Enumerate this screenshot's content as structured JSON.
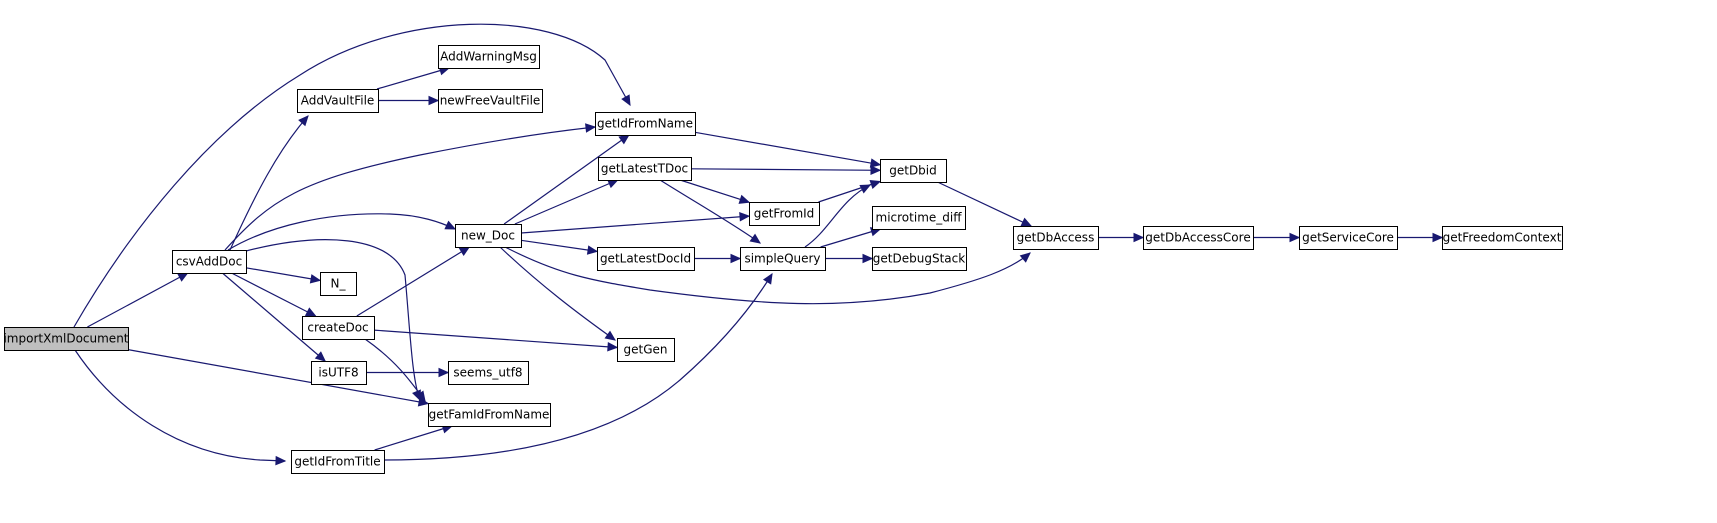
{
  "graph": {
    "nodes": [
      {
        "id": "importXmlDocument",
        "label": "importXmlDocument",
        "highlighted": true
      },
      {
        "id": "csvAddDoc",
        "label": "csvAddDoc"
      },
      {
        "id": "AddVaultFile",
        "label": "AddVaultFile"
      },
      {
        "id": "AddWarningMsg",
        "label": "AddWarningMsg"
      },
      {
        "id": "newFreeVaultFile",
        "label": "newFreeVaultFile"
      },
      {
        "id": "getIdFromName",
        "label": "getIdFromName"
      },
      {
        "id": "getLatestTDoc",
        "label": "getLatestTDoc"
      },
      {
        "id": "new_Doc",
        "label": "new_Doc"
      },
      {
        "id": "N_",
        "label": "N_"
      },
      {
        "id": "createDoc",
        "label": "createDoc"
      },
      {
        "id": "isUTF8",
        "label": "isUTF8"
      },
      {
        "id": "seems_utf8",
        "label": "seems_utf8"
      },
      {
        "id": "getFamIdFromName",
        "label": "getFamIdFromName"
      },
      {
        "id": "getIdFromTitle",
        "label": "getIdFromTitle"
      },
      {
        "id": "getLatestDocId",
        "label": "getLatestDocId"
      },
      {
        "id": "getGen",
        "label": "getGen"
      },
      {
        "id": "getFromId",
        "label": "getFromId"
      },
      {
        "id": "simpleQuery",
        "label": "simpleQuery"
      },
      {
        "id": "getDbid",
        "label": "getDbid"
      },
      {
        "id": "microtime_diff",
        "label": "microtime_diff"
      },
      {
        "id": "getDebugStack",
        "label": "getDebugStack"
      },
      {
        "id": "getDbAccess",
        "label": "getDbAccess"
      },
      {
        "id": "getDbAccessCore",
        "label": "getDbAccessCore"
      },
      {
        "id": "getServiceCore",
        "label": "getServiceCore"
      },
      {
        "id": "getFreedomContext",
        "label": "getFreedomContext"
      }
    ],
    "edges": [
      {
        "from": "importXmlDocument",
        "to": "getIdFromName"
      },
      {
        "from": "importXmlDocument",
        "to": "csvAddDoc"
      },
      {
        "from": "importXmlDocument",
        "to": "getFamIdFromName"
      },
      {
        "from": "importXmlDocument",
        "to": "getIdFromTitle"
      },
      {
        "from": "csvAddDoc",
        "to": "AddVaultFile"
      },
      {
        "from": "csvAddDoc",
        "to": "getIdFromName"
      },
      {
        "from": "csvAddDoc",
        "to": "new_Doc"
      },
      {
        "from": "csvAddDoc",
        "to": "getFamIdFromName"
      },
      {
        "from": "csvAddDoc",
        "to": "N_"
      },
      {
        "from": "csvAddDoc",
        "to": "createDoc"
      },
      {
        "from": "csvAddDoc",
        "to": "isUTF8"
      },
      {
        "from": "AddVaultFile",
        "to": "AddWarningMsg"
      },
      {
        "from": "AddVaultFile",
        "to": "newFreeVaultFile"
      },
      {
        "from": "createDoc",
        "to": "new_Doc"
      },
      {
        "from": "createDoc",
        "to": "getGen"
      },
      {
        "from": "createDoc",
        "to": "getFamIdFromName"
      },
      {
        "from": "isUTF8",
        "to": "seems_utf8"
      },
      {
        "from": "getIdFromTitle",
        "to": "getFamIdFromName"
      },
      {
        "from": "getIdFromTitle",
        "to": "simpleQuery"
      },
      {
        "from": "new_Doc",
        "to": "getIdFromName"
      },
      {
        "from": "new_Doc",
        "to": "getLatestTDoc"
      },
      {
        "from": "new_Doc",
        "to": "getFromId"
      },
      {
        "from": "new_Doc",
        "to": "getLatestDocId"
      },
      {
        "from": "new_Doc",
        "to": "getGen"
      },
      {
        "from": "new_Doc",
        "to": "getDbAccess"
      },
      {
        "from": "getIdFromName",
        "to": "getDbid"
      },
      {
        "from": "getLatestTDoc",
        "to": "getDbid"
      },
      {
        "from": "getLatestTDoc",
        "to": "getFromId"
      },
      {
        "from": "getLatestTDoc",
        "to": "simpleQuery"
      },
      {
        "from": "getLatestDocId",
        "to": "simpleQuery"
      },
      {
        "from": "getFromId",
        "to": "getDbid"
      },
      {
        "from": "simpleQuery",
        "to": "getDbid"
      },
      {
        "from": "simpleQuery",
        "to": "microtime_diff"
      },
      {
        "from": "simpleQuery",
        "to": "getDebugStack"
      },
      {
        "from": "getDbid",
        "to": "getDbAccess"
      },
      {
        "from": "getDbAccess",
        "to": "getDbAccessCore"
      },
      {
        "from": "getDbAccessCore",
        "to": "getServiceCore"
      },
      {
        "from": "getServiceCore",
        "to": "getFreedomContext"
      }
    ]
  }
}
